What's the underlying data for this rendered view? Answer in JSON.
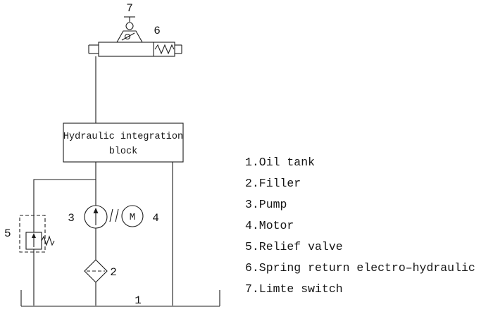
{
  "colors": {
    "line": "#1c1c1c",
    "text": "#161616",
    "background": "#ffffff"
  },
  "block": {
    "line1": "Hydraulic integration",
    "line2": "block"
  },
  "labels": {
    "tank": "1",
    "filter": "2",
    "pump": "3",
    "motor": "4",
    "relief_valve": "5",
    "valve": "6",
    "limit_switch": "7",
    "motor_letter": "M"
  },
  "legend": {
    "items": [
      {
        "label": "1.Oil tank"
      },
      {
        "label": "2.Filler"
      },
      {
        "label": "3.Pump"
      },
      {
        "label": "4.Motor"
      },
      {
        "label": "5.Relief valve"
      },
      {
        "label": "6.Spring return electro–hydraulic"
      },
      {
        "label": "7.Limte switch"
      }
    ]
  }
}
